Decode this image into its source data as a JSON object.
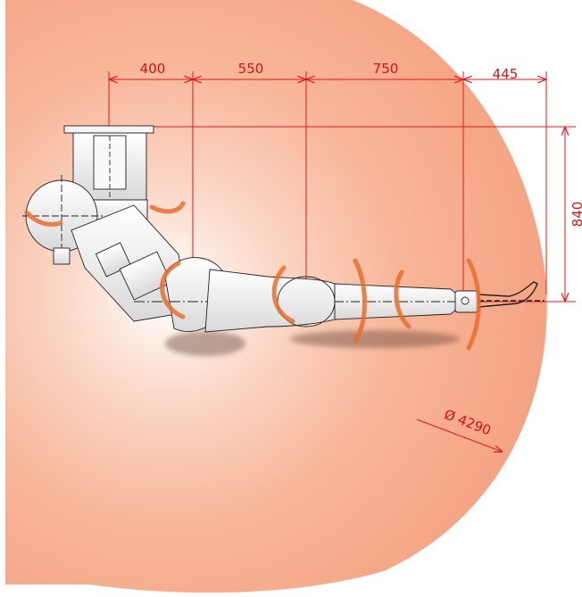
{
  "diagram": {
    "colors": {
      "work_envelope": "#f6a88a",
      "envelope_center": "#ffffff",
      "dimension_lines": "#e8141c",
      "robot_outline": "#222222",
      "motion_arrows": "#e86a2a"
    },
    "dimensions": {
      "upper_arm_offset": "400",
      "lower_arm": "550",
      "forearm": "750",
      "wrist_to_tool": "445",
      "vertical_offset": "840",
      "envelope_diameter": "Ø 4290"
    }
  }
}
